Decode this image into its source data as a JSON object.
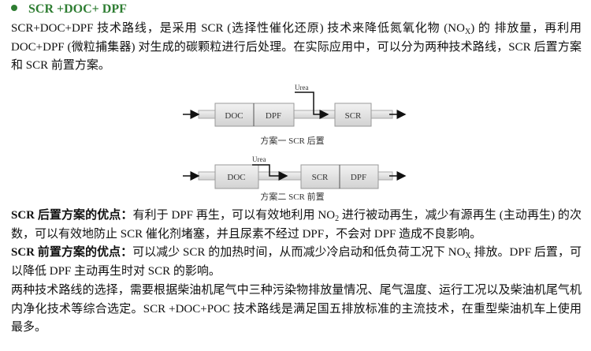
{
  "heading": "SCR +DOC+ DPF",
  "intro": {
    "a": "SCR+DOC+DPF 技术路线，是采用 SCR (选择性催化还原) 技术来降低氮氧化物 (NO",
    "sub": "X",
    "b": ") 的 排放量，再利用 DOC+DPF (微粒捕集器) 对生成的碳颗粒进行后处理。在实际应用中，可以分为两种技术路线，SCR 后置方案和 SCR 前置方案。"
  },
  "diagram": {
    "scheme1": {
      "urea": "Urea",
      "box1": "DOC",
      "box2": "DPF",
      "box3": "SCR",
      "caption": "方案一 SCR 后置"
    },
    "scheme2": {
      "urea": "Urea",
      "box1": "DOC",
      "box2": "SCR",
      "box3": "DPF",
      "caption": "方案二 SCR 前置"
    }
  },
  "rear": {
    "label": "SCR 后置方案的优点：",
    "a": "有利于 DPF 再生，可以有效地利用 NO",
    "sub": "2",
    "b": " 进行被动再生，减少有源再生 (主动再生) 的次数，可以有效地防止 SCR 催化剂堵塞，并且尿素不经过 DPF，不会对 DPF 造成不良影响。"
  },
  "front": {
    "label": "SCR 前置方案的优点：",
    "a": "可以减少 SCR 的加热时间，从而减少冷启动和低负荷工况下 NO",
    "sub": "X",
    "b": " 排放。DPF 后置，可以降低 DPF 主动再生时对 SCR 的影响。"
  },
  "conclusion": "两种技术路线的选择，需要根据柴油机尾气中三种污染物排放量情况、尾气温度、运行工况以及柴油机尾气机内净化技术等综合选定。SCR +DOC+POC 技术路线是满足国五排放标准的主流技术，在重型柴油机车上使用最多。",
  "colors": {
    "heading": "#2e7d32",
    "box": "#dcdcdc"
  }
}
